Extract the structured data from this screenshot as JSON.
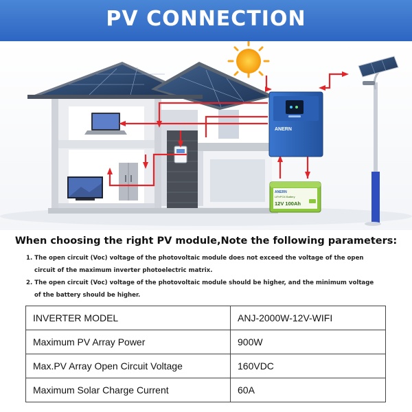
{
  "banner": {
    "title": "PV CONNECTION"
  },
  "scene": {
    "inverter_brand": "ANERN",
    "battery_brand": "ANERN",
    "battery_type": "LiFePO4 Battery",
    "battery_rating": "12V 100Ah",
    "icons": [
      "sun-icon",
      "solar-street-light-icon",
      "house-icon",
      "inverter-icon",
      "battery-icon",
      "laptop-icon",
      "tv-icon",
      "refrigerator-icon",
      "wall-meter-icon"
    ],
    "colors": {
      "banner": "#2d66c2",
      "inverter": "#2a5fb4",
      "battery": "#8dc63f",
      "wire": "#e0262b"
    }
  },
  "heading": "When choosing the right PV module,Note the following parameters:",
  "notes": [
    {
      "line1": "1. The open circuit (Voc) voltage of the photovoltaic module does not exceed the voltage of the open",
      "line2": "circuit of the maximum inverter photoelectric matrix."
    },
    {
      "line1": "2. The open circuit (Voc) voltage of the photovoltaic module should be higher, and the minimum voltage",
      "line2": "of the battery should be higher."
    }
  ],
  "specs": [
    {
      "label": "INVERTER MODEL",
      "value": "ANJ-2000W-12V-WIFI"
    },
    {
      "label": "Maximum PV Array Power",
      "value": "900W"
    },
    {
      "label": "Max.PV Array Open Circuit Voltage",
      "value": "160VDC"
    },
    {
      "label": "Maximum Solar Charge Current",
      "value": "60A"
    }
  ]
}
